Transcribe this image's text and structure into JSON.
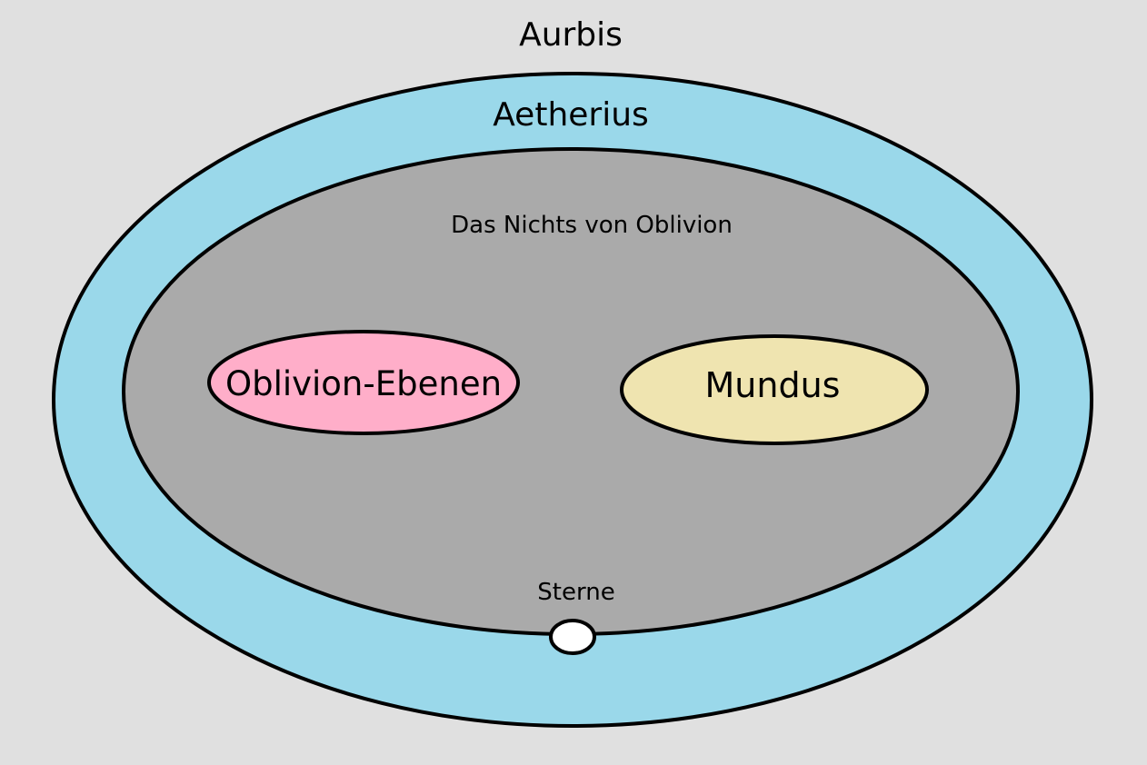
{
  "title": "Aurbis",
  "regions": {
    "aetherius": {
      "label": "Aetherius",
      "color": "#9ad8ea"
    },
    "void": {
      "label": "Das Nichts von Oblivion",
      "color": "#aaaaaa"
    },
    "oblivion_planes": {
      "label": "Oblivion-Ebenen",
      "color": "#ffaec9"
    },
    "mundus": {
      "label": "Mundus",
      "color": "#efe4b0"
    },
    "stars": {
      "label": "Sterne",
      "color": "#ffffff"
    }
  },
  "background": "#e0e0e0"
}
